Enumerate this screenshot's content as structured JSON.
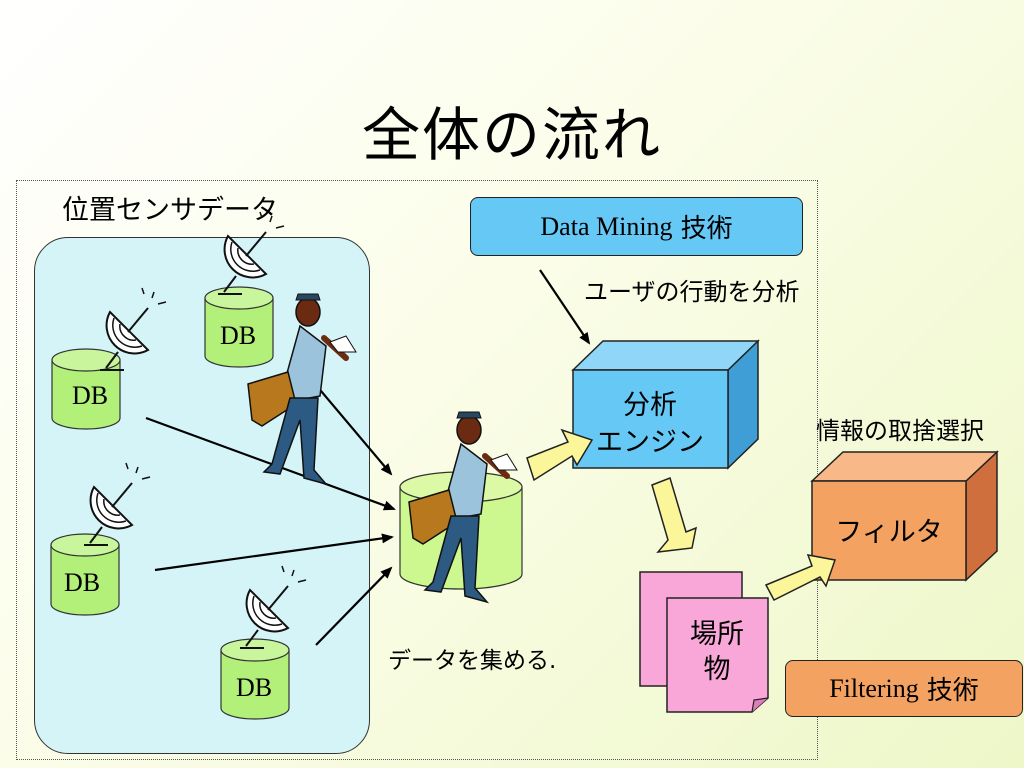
{
  "title": "全体の流れ",
  "sensor_label": "位置センサデータ",
  "db_labels": [
    "DB",
    "DB",
    "DB",
    "DB"
  ],
  "data_mining": {
    "en": "Data Mining",
    "ja": "技術"
  },
  "user_analysis": "ユーザの行動を分析",
  "engine": {
    "line1": "分析",
    "line2": "エンジン"
  },
  "info_select": "情報の取捨選択",
  "filter": "フィルタ",
  "place": {
    "line1": "場所",
    "line2": "物"
  },
  "collect": "データを集める.",
  "filtering": {
    "en": "Filtering",
    "ja": "技術"
  },
  "colors": {
    "panel": "#d4f4f8",
    "db": "#b2f07a",
    "engine_front": "#66c8f5",
    "filter_front": "#f4a262",
    "place": "#f9a6d8",
    "block_arrow": "#fbf69a"
  }
}
